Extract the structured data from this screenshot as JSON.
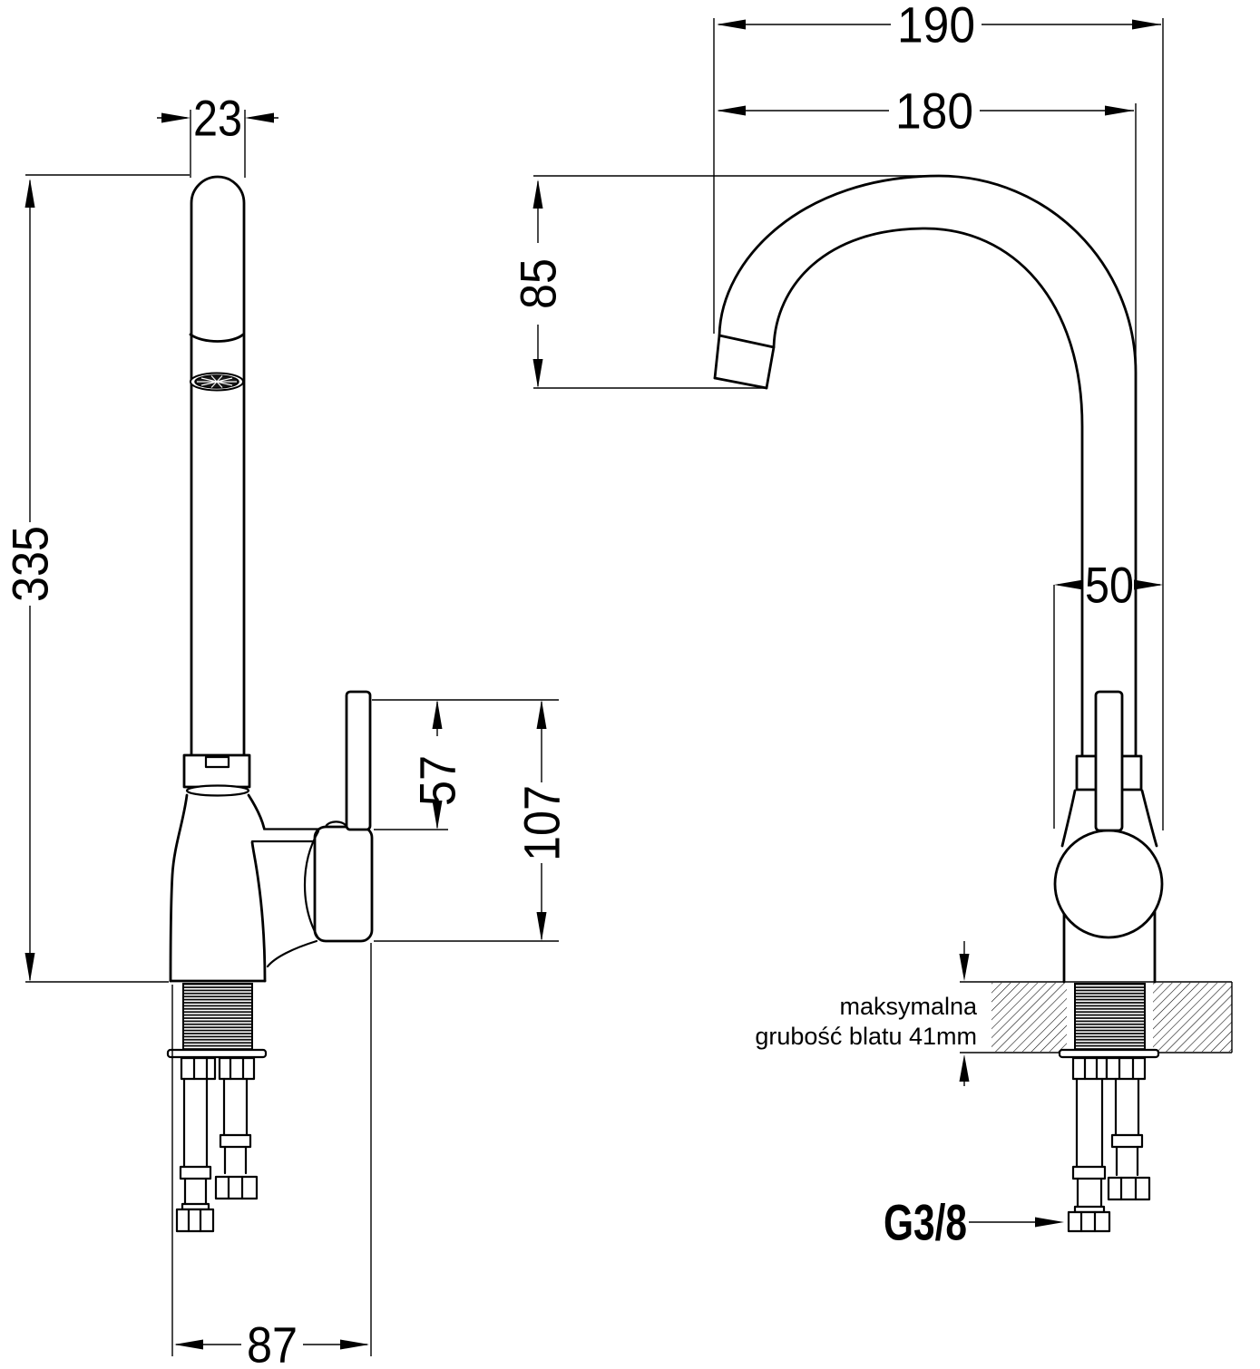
{
  "drawing": {
    "type": "faucet installation technical drawing",
    "background": "#ffffff",
    "line_color": "#000000"
  },
  "dimensions": {
    "spout_tube_width": "23",
    "total_height": "335",
    "lever_top_offset": "57",
    "lever_total_height": "107",
    "base_depth": "87",
    "spout_reach_total": "190",
    "spout_reach": "180",
    "spout_drop": "85",
    "body_width": "50"
  },
  "labels": {
    "thread_size": "G3/8",
    "counter_note_line1": "maksymalna",
    "counter_note_line2": "grubość blatu 41mm"
  }
}
